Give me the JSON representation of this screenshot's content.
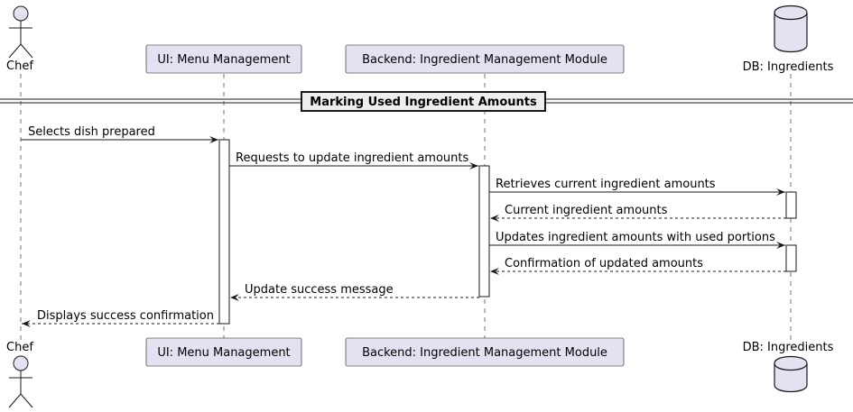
{
  "diagram": {
    "divider_title": "Marking Used Ingredient Amounts",
    "participants": {
      "chef": "Chef",
      "ui": "UI: Menu Management",
      "backend": "Backend: Ingredient Management Module",
      "db": "DB: Ingredients"
    },
    "messages": [
      {
        "text": "Selects dish prepared",
        "from": "chef",
        "to": "ui",
        "style": "solid"
      },
      {
        "text": "Requests to update ingredient amounts",
        "from": "ui",
        "to": "backend",
        "style": "solid"
      },
      {
        "text": "Retrieves current ingredient amounts",
        "from": "backend",
        "to": "db",
        "style": "solid"
      },
      {
        "text": "Current ingredient amounts",
        "from": "db",
        "to": "backend",
        "style": "dashed"
      },
      {
        "text": "Updates ingredient amounts with used portions",
        "from": "backend",
        "to": "db",
        "style": "solid"
      },
      {
        "text": "Confirmation of updated amounts",
        "from": "db",
        "to": "backend",
        "style": "dashed"
      },
      {
        "text": "Update success message",
        "from": "backend",
        "to": "ui",
        "style": "dashed"
      },
      {
        "text": "Displays success confirmation",
        "from": "ui",
        "to": "chef",
        "style": "dashed"
      }
    ],
    "colors": {
      "participant_fill": "#E2E2F0",
      "participant_border": "#181818",
      "divider_fill": "#EEEEEE",
      "line": "#181818"
    }
  }
}
